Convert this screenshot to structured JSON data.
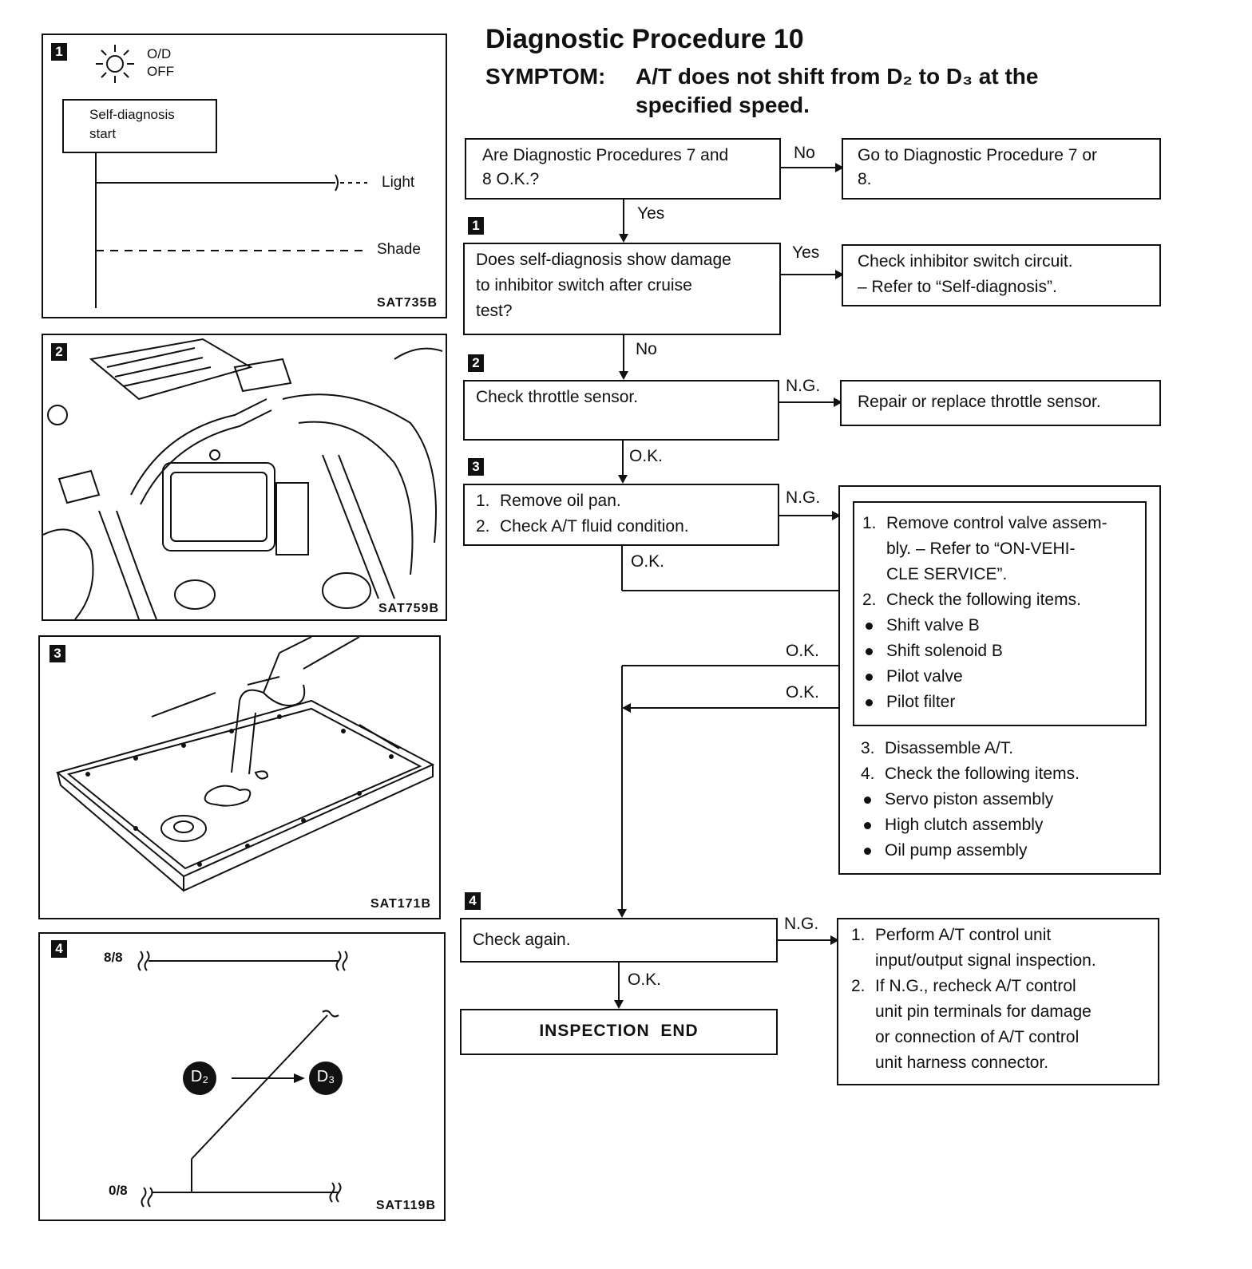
{
  "header": {
    "title": "Diagnostic Procedure 10",
    "symptom_label": "SYMPTOM:",
    "symptom_line1": "A/T does not shift from D₂ to D₃ at the",
    "symptom_line2": "specified speed."
  },
  "figures": {
    "fig1": {
      "badge": "1",
      "od_line1": "O/D",
      "od_line2": "OFF",
      "box_line1": "Self-diagnosis",
      "box_line2": "start",
      "light": "Light",
      "shade": "Shade",
      "code": "SAT735B"
    },
    "fig2": {
      "badge": "2",
      "code": "SAT759B"
    },
    "fig3": {
      "badge": "3",
      "code": "SAT171B"
    },
    "fig4": {
      "badge": "4",
      "top_label": "8/8",
      "bottom_label": "0/8",
      "d2": "D₂",
      "d3": "D₃",
      "code": "SAT119B"
    }
  },
  "flow": {
    "q0": {
      "line1": "Are Diagnostic Procedures 7 and",
      "line2": "8 O.K.?"
    },
    "q0_no": "No",
    "q0_no_box": {
      "line1": "Go to Diagnostic Procedure 7 or",
      "line2": "8."
    },
    "q0_yes": "Yes",
    "step1_badge": "1",
    "q1": {
      "line1": "Does self-diagnosis show damage",
      "line2": "to inhibitor switch after cruise",
      "line3": "test?"
    },
    "q1_yes": "Yes",
    "q1_yes_box": {
      "line1": "Check inhibitor switch circuit.",
      "line2": "– Refer to “Self-diagnosis”."
    },
    "q1_no": "No",
    "step2_badge": "2",
    "q2": "Check throttle sensor.",
    "q2_ng": "N.G.",
    "q2_ng_box": "Repair or replace throttle sensor.",
    "q2_ok": "O.K.",
    "step3_badge": "3",
    "q3": {
      "item1_num": "1.",
      "item1": "Remove oil pan.",
      "item2_num": "2.",
      "item2": "Check A/T fluid condition."
    },
    "q3_ng": "N.G.",
    "q3_ok": "O.K.",
    "big_box": {
      "i1_num": "1.",
      "i1_line1": "Remove control valve assem-",
      "i1_line2": "bly. – Refer to “ON-VEHI-",
      "i1_line3": "CLE SERVICE”.",
      "i2_num": "2.",
      "i2": "Check the following items.",
      "inner_bullets": [
        "Shift valve B",
        "Shift solenoid B",
        "Pilot valve",
        "Pilot filter"
      ],
      "i3_num": "3.",
      "i3": "Disassemble A/T.",
      "i4_num": "4.",
      "i4": "Check the following items.",
      "outer_bullets": [
        "Servo piston assembly",
        "High clutch assembly",
        "Oil pump assembly"
      ]
    },
    "ok_a": "O.K.",
    "ok_b": "O.K.",
    "step4_badge": "4",
    "q4": "Check again.",
    "q4_ng": "N.G.",
    "q4_ng_box": {
      "i1_num": "1.",
      "i1_line1": "Perform A/T control unit",
      "i1_line2": "input/output signal inspection.",
      "i2_num": "2.",
      "i2_line1": "If N.G., recheck A/T control",
      "i2_line2": "unit pin terminals for damage",
      "i2_line3": "or connection of A/T control",
      "i2_line4": "unit harness connector."
    },
    "q4_ok": "O.K.",
    "end": "INSPECTION  END"
  }
}
